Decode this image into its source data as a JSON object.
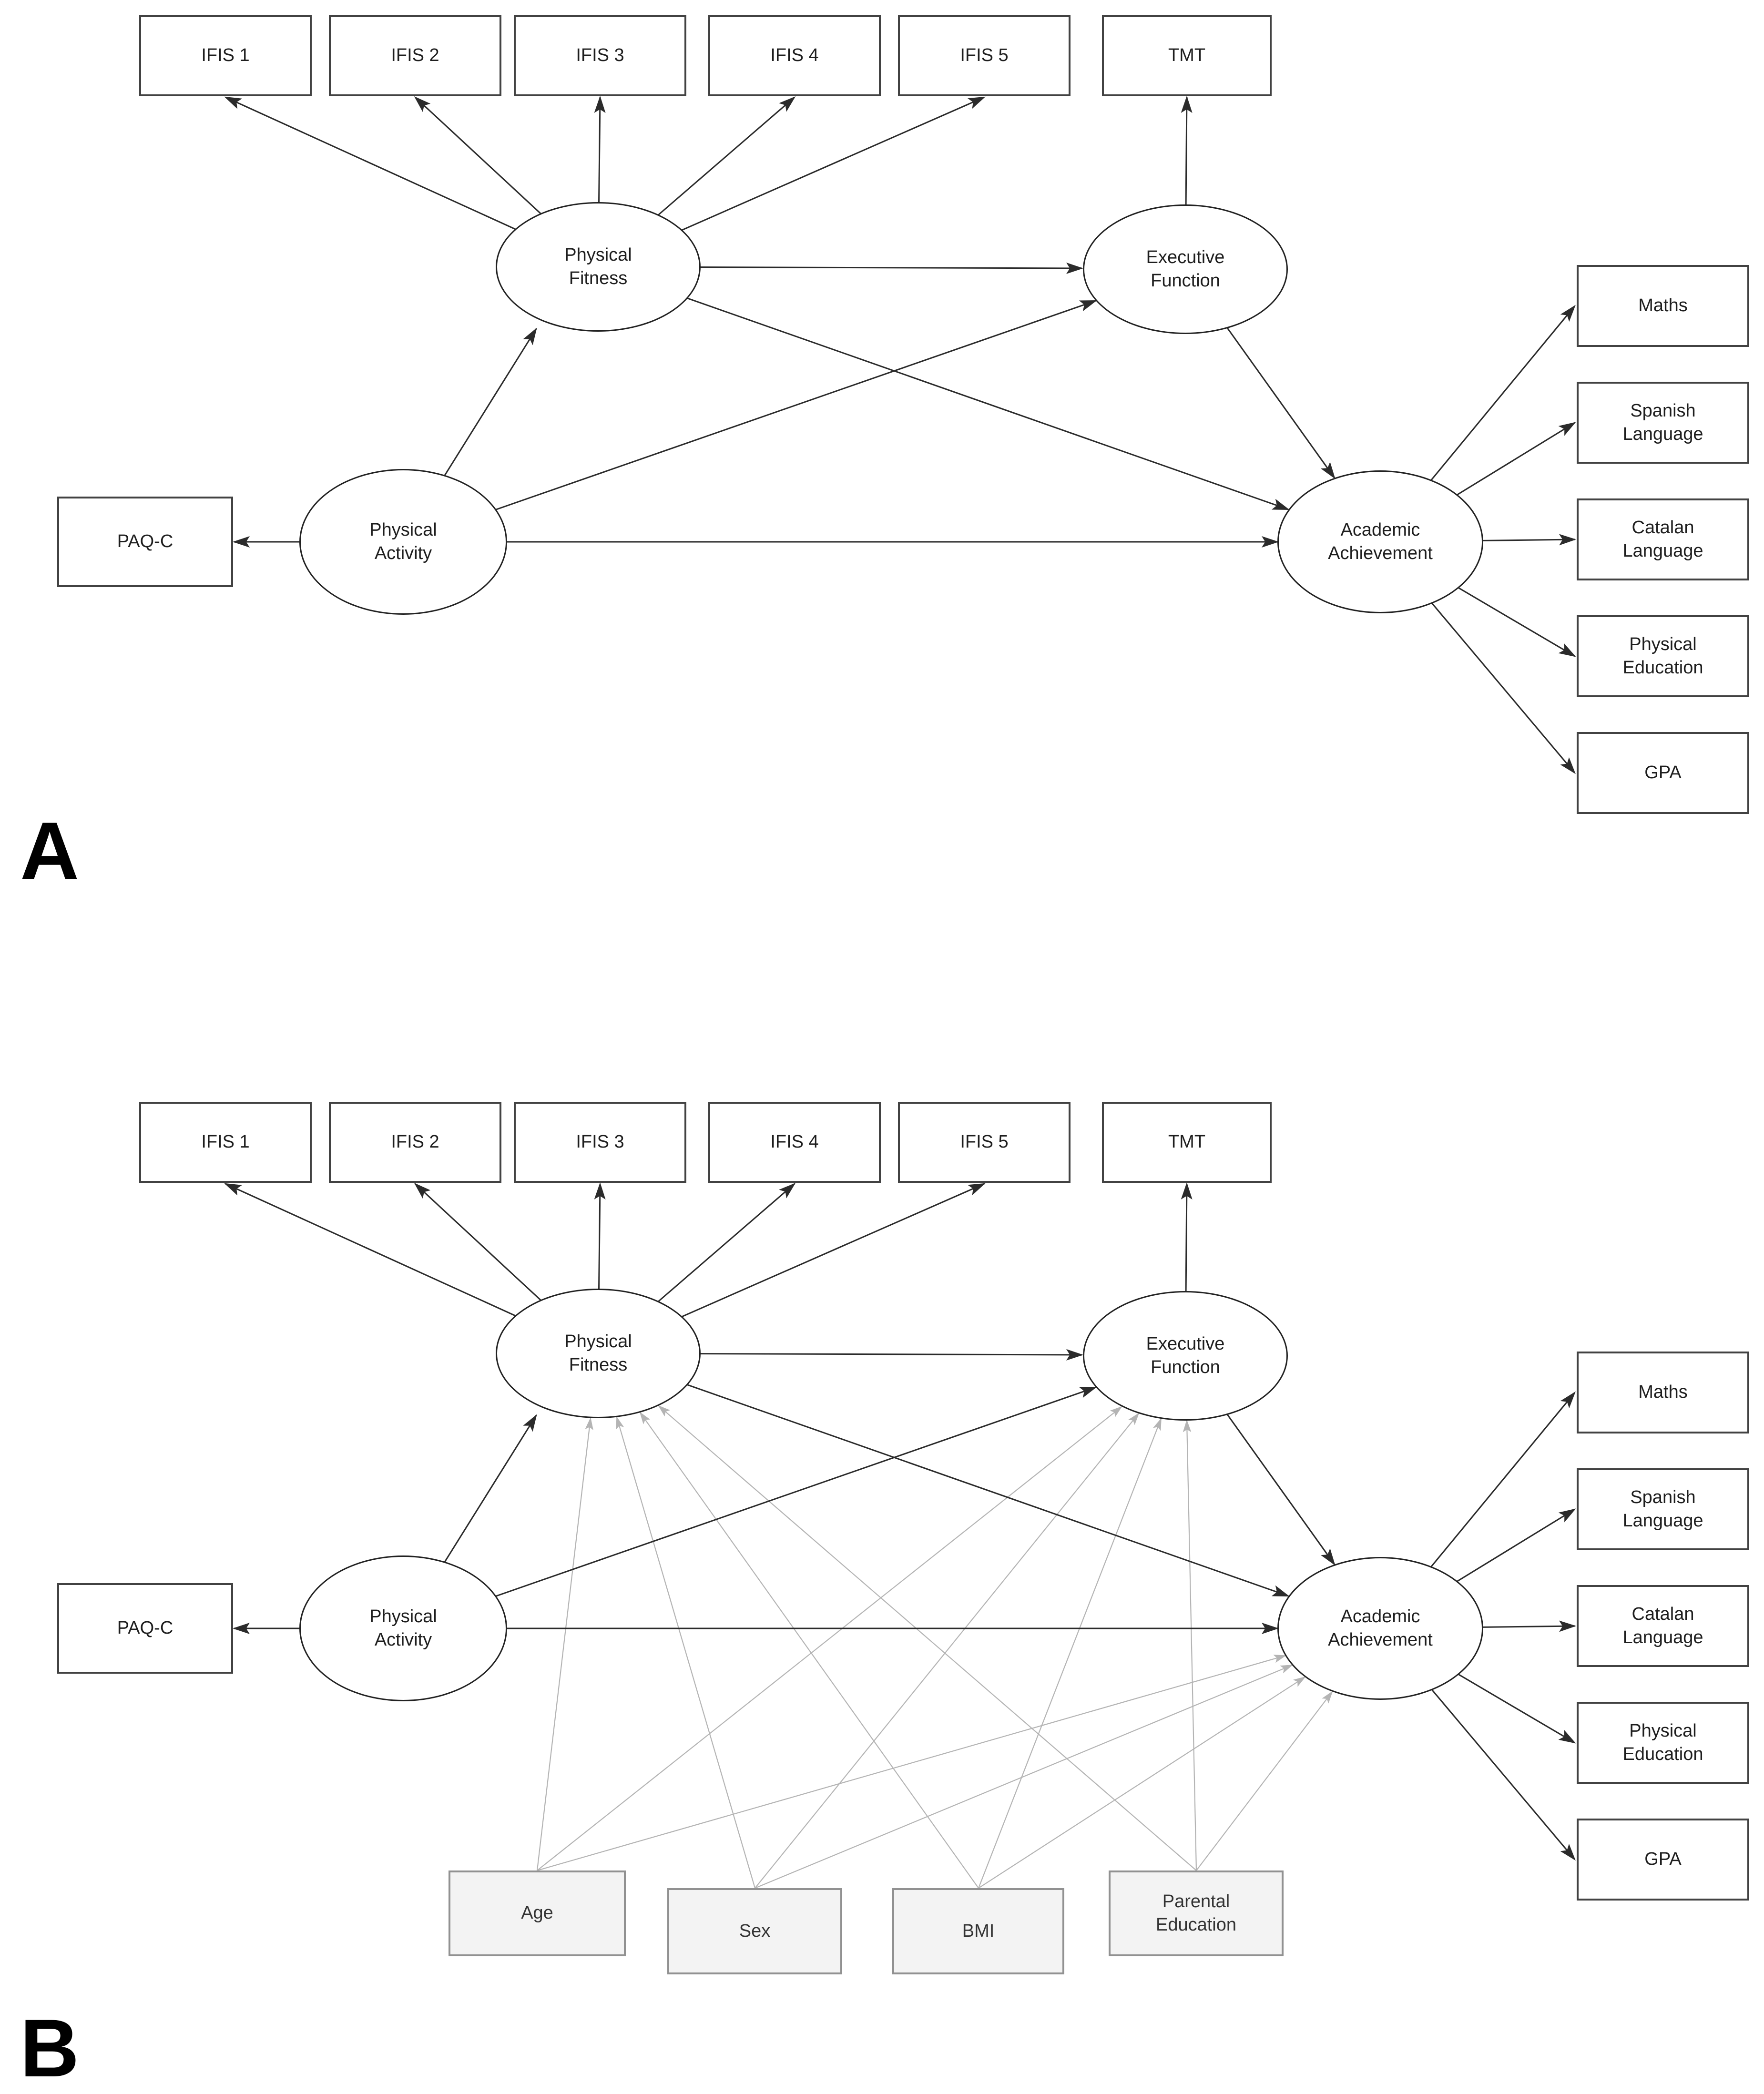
{
  "figure": {
    "type": "structural-equation-model-path-diagram",
    "panel_a_label": "A",
    "panel_b_label": "B"
  },
  "nodes": {
    "ifis": [
      "IFIS 1",
      "IFIS 2",
      "IFIS 3",
      "IFIS 4",
      "IFIS 5"
    ],
    "tmt": "TMT",
    "paqc": "PAQ-C",
    "physical_fitness": "Physical Fitness",
    "executive_function": "Executive Function",
    "physical_activity": "Physical Activity",
    "academic_achievement": "Academic Achievement",
    "outcomes": [
      "Maths",
      "Spanish Language",
      "Catalan Language",
      "Physical Education",
      "GPA"
    ],
    "covariates": [
      "Age",
      "Sex",
      "BMI",
      "Parental Education"
    ]
  },
  "edges": {
    "measurement": [
      {
        "from": "Physical Fitness",
        "to": [
          "IFIS 1",
          "IFIS 2",
          "IFIS 3",
          "IFIS 4",
          "IFIS 5"
        ]
      },
      {
        "from": "Executive Function",
        "to": [
          "TMT"
        ]
      },
      {
        "from": "Physical Activity",
        "to": [
          "PAQ-C"
        ]
      },
      {
        "from": "Academic Achievement",
        "to": [
          "Maths",
          "Spanish Language",
          "Catalan Language",
          "Physical Education",
          "GPA"
        ]
      }
    ],
    "structural": [
      {
        "from": "Physical Activity",
        "to": "Physical Fitness"
      },
      {
        "from": "Physical Activity",
        "to": "Executive Function"
      },
      {
        "from": "Physical Activity",
        "to": "Academic Achievement"
      },
      {
        "from": "Physical Fitness",
        "to": "Executive Function"
      },
      {
        "from": "Physical Fitness",
        "to": "Academic Achievement"
      },
      {
        "from": "Executive Function",
        "to": "Academic Achievement"
      }
    ],
    "covariate_paths_panel_b": [
      {
        "from": "Age",
        "to": [
          "Physical Fitness",
          "Executive Function",
          "Academic Achievement"
        ]
      },
      {
        "from": "Sex",
        "to": [
          "Physical Fitness",
          "Executive Function",
          "Academic Achievement"
        ]
      },
      {
        "from": "BMI",
        "to": [
          "Physical Fitness",
          "Executive Function",
          "Academic Achievement"
        ]
      },
      {
        "from": "Parental Education",
        "to": [
          "Physical Fitness",
          "Executive Function",
          "Academic Achievement"
        ]
      }
    ]
  },
  "colors": {
    "background": "#ffffff",
    "node_fill": "#ffffff",
    "node_border": "#424242",
    "ellipse_border": "#222222",
    "arrow": "#2b2b2b",
    "covariate_fill": "#f3f3f3",
    "covariate_border": "#919191",
    "covariate_arrow": "#b4b4b4",
    "text": "#1e1e1e"
  }
}
